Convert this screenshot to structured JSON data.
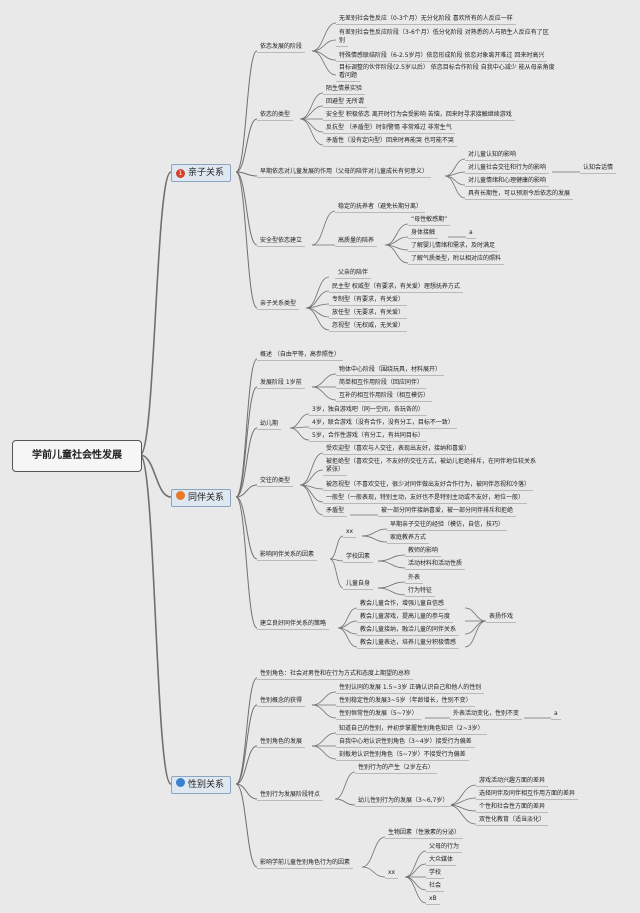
{
  "root": "学前儿童社会性发展",
  "colors": {
    "line": "#6f6f6f",
    "badge1": "#d9402b",
    "badge2": "#e8792b",
    "badge3": "#3a7fd0"
  },
  "branches": [
    {
      "marker": "1",
      "marker_icon": "priority-1-icon",
      "label": "亲子关系"
    },
    {
      "marker": "",
      "marker_icon": "orange-circle-icon",
      "label": "同伴关系"
    },
    {
      "marker": "",
      "marker_icon": "blue-circle-icon",
      "label": "性别关系"
    }
  ],
  "nodes": {
    "b1": {
      "c1": "依恋发展的阶段",
      "c1_1": "无差别社会性反应（0-3个月）无分化阶段 喜欢所有的人反应一样",
      "c1_2a": "有差别社会性反应阶段（3-6个月）低分化阶段 对熟悉的人与陌生人反应有了区",
      "c1_2b": "别",
      "c1_3": "特殊情感联结阶段（6-2.5岁月）依恋形成阶段 依恋对象离开难过 回来时高兴",
      "c1_4a": "目标调整的伙伴阶段(2.5岁以后） 依恋目标合作阶段 自我中心减少 能从母亲角度",
      "c1_4b": "看问题",
      "c2": "依恋的类型",
      "c2_1": "陌生情景实验",
      "c2_2": "回避型 无所谓",
      "c2_3": "安全型 积极依恋 离开时行为会受影响 苦恼，回来时寻求接触继续游戏",
      "c2_4": "反抗型 （矛盾型）时刻警惕 非常难过 非常生气",
      "c2_5": "矛盾性（没有定向型）回来时再能哭 也可能不哭",
      "c3": "早期依恋对儿童发展的作用（父母的陪伴对儿童成长有何意义）",
      "c3_1": "对儿童认知的影响",
      "c3_2": "对儿童社会交往和行为的影响",
      "c3_2_1": "认知会话情",
      "c3_3": "对儿童情绪和心理健康的影响",
      "c3_4": "具有长期性，可以预测今后依恋的发展",
      "c4": "安全型依恋建立",
      "c4_1": "稳定的抚养者（避免长期分离）",
      "c4_2": "高质量的陪养",
      "c4_2_1": "“母性敏感期”",
      "c4_2_2": "身体接触",
      "c4_2_2_1": "a",
      "c4_2_3": "了解婴儿情绪和需求，及时满足",
      "c4_2_4": "了解气质类型，附以相对应的照料",
      "c5": "亲子关系类型",
      "c5_0": "父亲的陪伴",
      "c5_1": "民主型 权威型（有要求，有关爱）理想抚养方式",
      "c5_2": "专制型（有要求，有关爱）",
      "c5_3": "放任型（无要求，有关爱）",
      "c5_4": "忽视型（无权威，无关爱）"
    },
    "b2": {
      "c1": "概述 （自由平等，高参照性）",
      "c2": "发展阶段 1岁前",
      "c2_1": "物体中心阶段（围绕玩具，材料展开）",
      "c2_2": "简单相互作用阶段（回应同伴）",
      "c2_3": "互补的相互作用阶段（相互模仿）",
      "c3": "幼儿期",
      "c3_1": "3岁，独自游戏吧（同一空间，各玩各的）",
      "c3_2": "4岁，联合游戏（没有合作，没有分工，目标不一致）",
      "c3_3": "5岁，合作性游戏（有分工，有共同目标）",
      "c4": "交往的类型",
      "c4_1": "受欢迎型（喜欢与人交往，表现出友好，接纳和喜爱）",
      "c4_2a": "被拒绝型（喜欢交往，不友好的交往方式，被幼儿拒绝排斥，在同伴地位较关系",
      "c4_2b": "紧张）",
      "c4_3": "被忽视型（不喜欢交往，很少对同伴做出友好合作行为，被同伴忽视和冷落）",
      "c4_4": "一般型（一般表现，特别主动，友好也不是特别主动或不友好，地位一般）",
      "c4_5": "矛盾型",
      "c4_5_1": "被一部分同伴接纳喜爱，被一部分同伴排斥和拒绝",
      "c5": "影响同伴关系的因素",
      "c5_1": "xx",
      "c5_1_1": "早期亲子交往的经验（模仿，自信，技巧）",
      "c5_1_2": "家庭教养方式",
      "c5_2": "学校因素",
      "c5_2_1": "教师的影响",
      "c5_2_2": "活动材料和活动性质",
      "c5_3": "儿童自身",
      "c5_3_1": "外表",
      "c5_3_2": "行为特征",
      "c6": "建立良好同伴关系的策略",
      "c6_1": "教会儿童合作，增强儿童自信感",
      "c6_2": "教会儿童游戏，提高儿童的参与度",
      "c6_3": "教会儿童接纳，融洽儿童的同伴关系",
      "c6_4": "教会儿童表达，培养儿童分积极情感",
      "c6_x": "表扬作戏"
    },
    "b3": {
      "c1": "性别角色：社会对男性和在行为方式和态度上期望的总称",
      "c2": "性别概念的获得",
      "c2_1": "性别认同的发展 1.5~3岁 正确认识自己和他人的性别",
      "c2_2": "性别稳定性的发展3~5岁（年龄增长，性别不变）",
      "c2_3": "性别恒常性的发展（5~7岁）",
      "c2_3_1": "外表活动变化，性别不变",
      "c2_3_2": "a",
      "c3": "性别角色的发展",
      "c3_1": "知道自己的性别，并初步掌握性别角色知识（2~3岁）",
      "c3_2": "自我中心地认识性别角色（3~4岁）接受行为偏差",
      "c3_3": "刻板地认识性别角色（5~7岁）不接受行为偏差",
      "c4": "性别行为发展阶段特点",
      "c4_1": "性别行为的产生（2岁左右）",
      "c4_2": "幼儿性别行为的发展（3~6,7岁）",
      "c4_2_1": "游戏活动兴趣方面的差异",
      "c4_2_2": "选择同伴及同伴相互作用方面的差异",
      "c4_2_3": "个性和社会性方面的差异",
      "c4_2_4": "双性化教育（适当淡化）",
      "c5": "影响学前儿童性别角色行为的因素",
      "c5_1": "生物因素（性激素的分泌）",
      "c5_2": "xx",
      "c5_2_1": "父母的行为",
      "c5_2_2": "大众媒体",
      "c5_2_3": "学校",
      "c5_2_4": "社会",
      "c5_2_5": "xB"
    }
  }
}
